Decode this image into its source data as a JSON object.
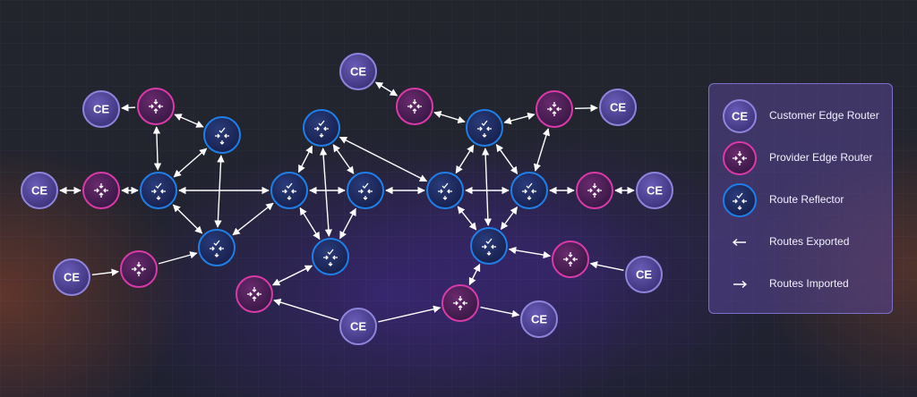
{
  "diagram": {
    "node_label_ce": "CE"
  },
  "legend": {
    "items": [
      {
        "kind": "ce",
        "label": "Customer Edge Router"
      },
      {
        "kind": "pe",
        "label": "Provider Edge Router"
      },
      {
        "kind": "rr",
        "label": "Route Reflector"
      },
      {
        "kind": "exported",
        "label": "Routes Exported"
      },
      {
        "kind": "imported",
        "label": "Routes Imported"
      }
    ]
  },
  "colors": {
    "ce_fill": "#4a3f8c",
    "ce_ring": "#8f84dc",
    "pe_fill": "#4a1f55",
    "pe_ring": "#d93aa8",
    "rr_fill": "#1d2a5e",
    "rr_ring": "#1f7fe8",
    "edge": "#ffffff"
  }
}
